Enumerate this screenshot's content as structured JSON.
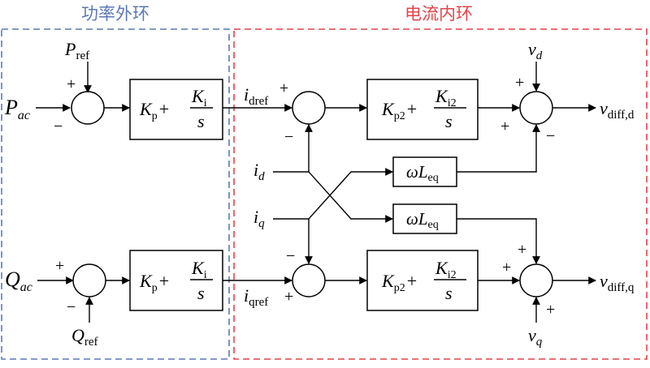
{
  "regions": {
    "outer": {
      "title": "功率外环",
      "color": "#5b79b6"
    },
    "inner": {
      "title": "电流内环",
      "color": "#e1454a"
    }
  },
  "signals": {
    "p_ref": {
      "main": "P",
      "sub": "ref"
    },
    "p_ac": {
      "main": "P",
      "sub": "ac"
    },
    "q_ac": {
      "main": "Q",
      "sub": "ac"
    },
    "q_ref": {
      "main": "Q",
      "sub": "ref"
    },
    "id_ref": {
      "main": "i",
      "sub": "dref"
    },
    "iq_ref": {
      "main": "i",
      "sub": "qref"
    },
    "i_d": {
      "main": "i",
      "sub": "d"
    },
    "i_q": {
      "main": "i",
      "sub": "q"
    },
    "v_d": {
      "main": "v",
      "sub": "d"
    },
    "v_q": {
      "main": "v",
      "sub": "q"
    },
    "v_diff_d": {
      "main": "v",
      "sub": "diff,d"
    },
    "v_diff_q": {
      "main": "v",
      "sub": "diff,q"
    }
  },
  "blocks": {
    "outer_pi": {
      "kp": "K",
      "kp_sub": "p",
      "plus": "+",
      "ki": "K",
      "ki_sub": "i",
      "s": "s"
    },
    "inner_pi": {
      "kp": "K",
      "kp_sub": "p2",
      "plus": "+",
      "ki": "K",
      "ki_sub": "i2",
      "s": "s"
    },
    "decouple": {
      "omega": "ω",
      "l": "L",
      "l_sub": "eq"
    }
  },
  "signs": {
    "plus": "+",
    "minus": "−"
  }
}
